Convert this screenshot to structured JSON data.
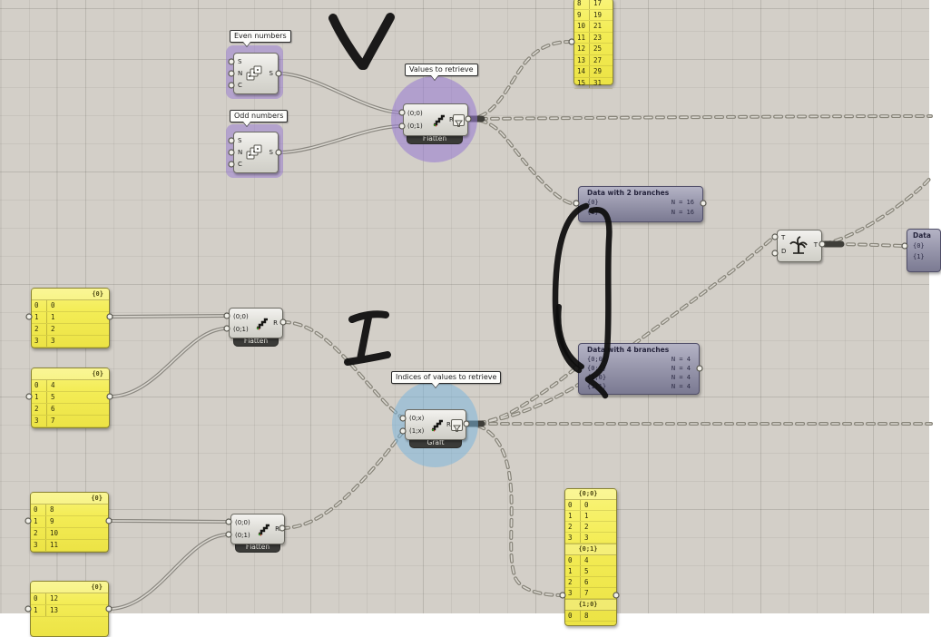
{
  "app": "grasshopper-canvas",
  "colors": {
    "canvas": "#d3cfc8",
    "panel_yellow": "#f3ec55",
    "group_purple": "#b5a3dc",
    "group_blue": "#b6d9ec",
    "viewer_slate": "#8f8ea4",
    "wire": "#8a8780",
    "marker": "#0e0e0e"
  },
  "annotations": {
    "marker_letters": [
      "V",
      "I"
    ]
  },
  "balloons": {
    "even": "Even numbers",
    "odd": "Odd numbers",
    "values": "Values to retrieve",
    "indices": "Indices of values to retrieve"
  },
  "components": {
    "series_even": {
      "inputs": [
        "S",
        "N",
        "C"
      ],
      "output": "S"
    },
    "series_odd": {
      "inputs": [
        "S",
        "N",
        "C"
      ],
      "output": "S"
    },
    "flatten_top": {
      "caption": "Flatten",
      "inputs": [
        "(0;0)",
        "(0;1)"
      ],
      "output": "R"
    },
    "flatten_mid": {
      "caption": "Flatten",
      "inputs": [
        "(0;0)",
        "(0;1)"
      ],
      "output": "R"
    },
    "flatten_bottom": {
      "caption": "Flatten",
      "inputs": [
        "(0;0)",
        "(0;1)"
      ],
      "output": "R"
    },
    "graft": {
      "caption": "Graft",
      "inputs": [
        "(0;x)",
        "(1;x)"
      ],
      "output": "R"
    },
    "trim_tree": {
      "inputs": [
        "T",
        "D"
      ],
      "output": "T"
    },
    "data_two": {
      "title": "Data with 2 branches",
      "rows": [
        {
          "path": "{0}",
          "count": "N = 16"
        },
        {
          "path": "{1}",
          "count": "N = 16"
        }
      ]
    },
    "data_four": {
      "title": "Data with 4 branches",
      "rows": [
        {
          "path": "{0;0}",
          "count": "N = 4"
        },
        {
          "path": "{0;1}",
          "count": "N = 4"
        },
        {
          "path": "{1;0}",
          "count": "N = 4"
        },
        {
          "path": "{1;1}",
          "count": "N = 4"
        }
      ]
    },
    "data_right": {
      "title": "Data",
      "rows": [
        {
          "path": "{0}"
        },
        {
          "path": "{1}"
        }
      ]
    }
  },
  "panels": {
    "top_right": {
      "rows": [
        [
          "8",
          "17"
        ],
        [
          "9",
          "19"
        ],
        [
          "10",
          "21"
        ],
        [
          "11",
          "23"
        ],
        [
          "12",
          "25"
        ],
        [
          "13",
          "27"
        ],
        [
          "14",
          "29"
        ],
        [
          "15",
          "31"
        ]
      ]
    },
    "mid_left_a": {
      "header": "{0}",
      "rows": [
        [
          "0",
          "0"
        ],
        [
          "1",
          "1"
        ],
        [
          "2",
          "2"
        ],
        [
          "3",
          "3"
        ]
      ]
    },
    "mid_left_b": {
      "header": "{0}",
      "rows": [
        [
          "0",
          "4"
        ],
        [
          "1",
          "5"
        ],
        [
          "2",
          "6"
        ],
        [
          "3",
          "7"
        ]
      ]
    },
    "bottom_left_a": {
      "header": "{0}",
      "rows": [
        [
          "0",
          "8"
        ],
        [
          "1",
          "9"
        ],
        [
          "2",
          "10"
        ],
        [
          "3",
          "11"
        ]
      ]
    },
    "bottom_left_b": {
      "header": "{0}",
      "rows": [
        [
          "0",
          "12"
        ],
        [
          "1",
          "13"
        ]
      ]
    },
    "bottom_right": {
      "sections": [
        {
          "header": "{0;0}",
          "rows": [
            [
              "0",
              "0"
            ],
            [
              "1",
              "1"
            ],
            [
              "2",
              "2"
            ],
            [
              "3",
              "3"
            ]
          ]
        },
        {
          "header": "{0;1}",
          "rows": [
            [
              "0",
              "4"
            ],
            [
              "1",
              "5"
            ],
            [
              "2",
              "6"
            ],
            [
              "3",
              "7"
            ]
          ]
        },
        {
          "header": "{1;0}",
          "rows": [
            [
              "0",
              "8"
            ]
          ]
        }
      ]
    }
  }
}
